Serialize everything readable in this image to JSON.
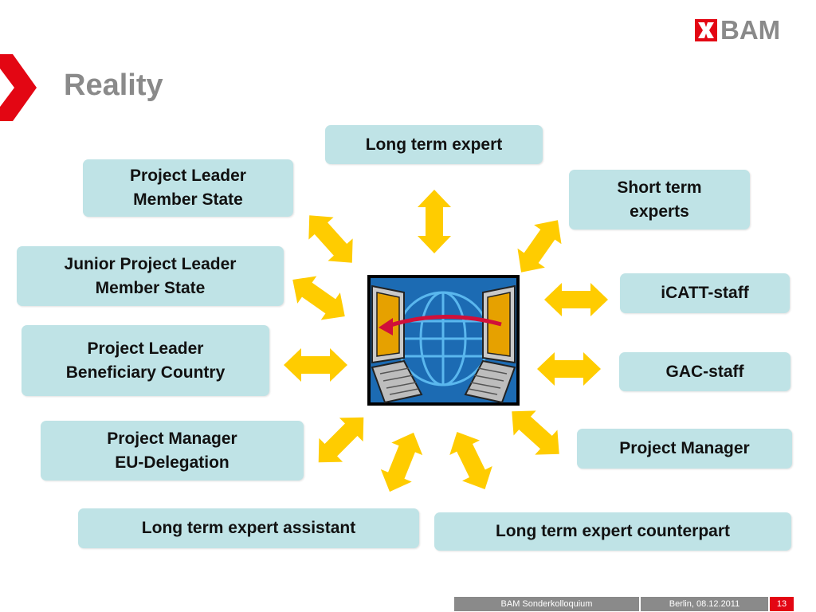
{
  "logo": {
    "text": "BAM",
    "icon": "bam-cross-logo-icon"
  },
  "title": "Reality",
  "diagram": {
    "center_icon": "networked-computers-globe-icon",
    "boxes": {
      "long_term_expert": "Long term expert",
      "short_term_experts": "Short term\nexperts",
      "project_leader_ms": "Project Leader\nMember State",
      "junior_project_leader_ms": "Junior Project Leader\nMember State",
      "project_leader_bc": "Project Leader\nBeneficiary Country",
      "project_manager_eu": "Project Manager\nEU-Delegation",
      "lte_assistant": "Long term expert assistant",
      "lte_counterpart": "Long term expert counterpart",
      "icatt_staff": "iCATT-staff",
      "gac_staff": "GAC-staff",
      "project_manager": "Project Manager"
    },
    "colors": {
      "box": "#bfe3e6",
      "arrow": "#ffcc00",
      "accent": "#e30613"
    }
  },
  "footer": {
    "event": "BAM Sonderkolloquium",
    "date": "Berlin, 08.12.2011",
    "page": "13"
  }
}
